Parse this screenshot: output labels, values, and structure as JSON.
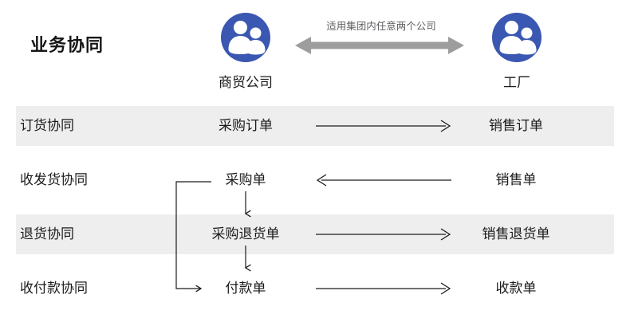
{
  "diagram": {
    "title": "业务协同",
    "scope_note": "适用集团内任意两个公司",
    "accent_color": "#3a57b1",
    "band_color": "#eeeeef",
    "line_color": "#1b1b1b",
    "scope_arrow_color": "#9d9d9d"
  },
  "parties": [
    {
      "id": "trading",
      "label": "商贸公司",
      "icon": "people-group-icon"
    },
    {
      "id": "factory",
      "label": "工厂",
      "icon": "people-group-icon"
    }
  ],
  "rows": [
    {
      "label": "订货协同",
      "source": "采购订单",
      "target": "销售订单",
      "direction": "right",
      "shaded": true
    },
    {
      "label": "收发货协同",
      "source": "采购单",
      "target": "销售单",
      "direction": "left",
      "shaded": false
    },
    {
      "label": "退货协同",
      "source": "采购退货单",
      "target": "销售退货单",
      "direction": "right",
      "shaded": true
    },
    {
      "label": "收付款协同",
      "source": "付款单",
      "target": "收款单",
      "direction": "right",
      "shaded": false
    }
  ],
  "vertical_flows": [
    {
      "from": "采购单",
      "to": "采购退货单"
    },
    {
      "from": "采购退货单",
      "to": "付款单"
    },
    {
      "from": "采购单",
      "to": "付款单",
      "style": "elbow-left"
    }
  ]
}
